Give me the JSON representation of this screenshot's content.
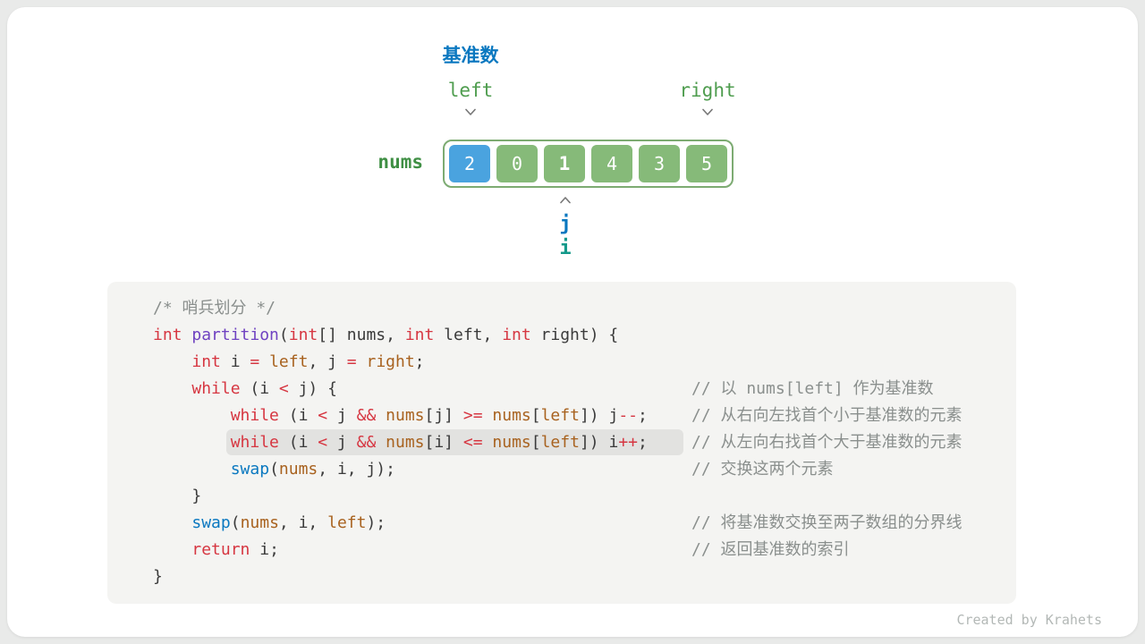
{
  "diagram": {
    "pivot_label": "基准数",
    "left_label": "left",
    "right_label": "right",
    "array_label": "nums",
    "pointer_j": "j",
    "pointer_i": "i",
    "cells": [
      {
        "value": "2",
        "color": "blue",
        "bold": false
      },
      {
        "value": "0",
        "color": "green",
        "bold": false
      },
      {
        "value": "1",
        "color": "green",
        "bold": true
      },
      {
        "value": "4",
        "color": "green",
        "bold": false
      },
      {
        "value": "3",
        "color": "green",
        "bold": false
      },
      {
        "value": "5",
        "color": "green",
        "bold": false
      }
    ]
  },
  "colors": {
    "pivot_blue": "#0a78c0",
    "pointer_i_teal": "#14998a",
    "label_green": "#4f9d4f",
    "cell_blue": "#4aa3df",
    "cell_green": "#86ba79",
    "keyword_red": "#d63641",
    "function_purple": "#6f42c1",
    "call_blue": "#0a78c0",
    "identifier_orange": "#a8621f",
    "comment_gray": "#8a8f8d",
    "code_background": "#f4f4f2",
    "highlight_gray": "#e2e2e0"
  },
  "code": {
    "lines": [
      {
        "highlight": false,
        "comment": "",
        "tokens": [
          {
            "t": "/* 哨兵划分 */",
            "c": "cm"
          }
        ]
      },
      {
        "highlight": false,
        "comment": "",
        "tokens": [
          {
            "t": "int",
            "c": "kw"
          },
          {
            "t": " ",
            "c": "pl"
          },
          {
            "t": "partition",
            "c": "fn"
          },
          {
            "t": "(",
            "c": "pl"
          },
          {
            "t": "int",
            "c": "kw"
          },
          {
            "t": "[] nums, ",
            "c": "pl"
          },
          {
            "t": "int",
            "c": "kw"
          },
          {
            "t": " left, ",
            "c": "pl"
          },
          {
            "t": "int",
            "c": "kw"
          },
          {
            "t": " right) {",
            "c": "pl"
          }
        ]
      },
      {
        "highlight": false,
        "comment": "",
        "tokens": [
          {
            "t": "    ",
            "c": "pl"
          },
          {
            "t": "int",
            "c": "kw"
          },
          {
            "t": " i ",
            "c": "pl"
          },
          {
            "t": "=",
            "c": "op"
          },
          {
            "t": " ",
            "c": "pl"
          },
          {
            "t": "left",
            "c": "var"
          },
          {
            "t": ", j ",
            "c": "pl"
          },
          {
            "t": "=",
            "c": "op"
          },
          {
            "t": " ",
            "c": "pl"
          },
          {
            "t": "right",
            "c": "var"
          },
          {
            "t": ";",
            "c": "pl"
          }
        ]
      },
      {
        "highlight": false,
        "comment": "// 以 nums[left] 作为基准数",
        "tokens": [
          {
            "t": "    ",
            "c": "pl"
          },
          {
            "t": "while",
            "c": "kw"
          },
          {
            "t": " (i ",
            "c": "pl"
          },
          {
            "t": "<",
            "c": "op"
          },
          {
            "t": " j) {",
            "c": "pl"
          }
        ]
      },
      {
        "highlight": false,
        "comment": "// 从右向左找首个小于基准数的元素",
        "tokens": [
          {
            "t": "        ",
            "c": "pl"
          },
          {
            "t": "while",
            "c": "kw"
          },
          {
            "t": " (i ",
            "c": "pl"
          },
          {
            "t": "<",
            "c": "op"
          },
          {
            "t": " j ",
            "c": "pl"
          },
          {
            "t": "&&",
            "c": "op"
          },
          {
            "t": " ",
            "c": "pl"
          },
          {
            "t": "nums",
            "c": "var"
          },
          {
            "t": "[j] ",
            "c": "pl"
          },
          {
            "t": ">=",
            "c": "op"
          },
          {
            "t": " ",
            "c": "pl"
          },
          {
            "t": "nums",
            "c": "var"
          },
          {
            "t": "[",
            "c": "pl"
          },
          {
            "t": "left",
            "c": "var"
          },
          {
            "t": "]) j",
            "c": "pl"
          },
          {
            "t": "--",
            "c": "op"
          },
          {
            "t": ";",
            "c": "pl"
          }
        ]
      },
      {
        "highlight": true,
        "comment": "// 从左向右找首个大于基准数的元素",
        "tokens": [
          {
            "t": "        ",
            "c": "pl"
          },
          {
            "t": "while",
            "c": "kw"
          },
          {
            "t": " (i ",
            "c": "pl"
          },
          {
            "t": "<",
            "c": "op"
          },
          {
            "t": " j ",
            "c": "pl"
          },
          {
            "t": "&&",
            "c": "op"
          },
          {
            "t": " ",
            "c": "pl"
          },
          {
            "t": "nums",
            "c": "var"
          },
          {
            "t": "[i] ",
            "c": "pl"
          },
          {
            "t": "<=",
            "c": "op"
          },
          {
            "t": " ",
            "c": "pl"
          },
          {
            "t": "nums",
            "c": "var"
          },
          {
            "t": "[",
            "c": "pl"
          },
          {
            "t": "left",
            "c": "var"
          },
          {
            "t": "]) i",
            "c": "pl"
          },
          {
            "t": "++",
            "c": "op"
          },
          {
            "t": ";",
            "c": "pl"
          }
        ]
      },
      {
        "highlight": false,
        "comment": "// 交换这两个元素",
        "tokens": [
          {
            "t": "        ",
            "c": "pl"
          },
          {
            "t": "swap",
            "c": "call"
          },
          {
            "t": "(",
            "c": "pl"
          },
          {
            "t": "nums",
            "c": "var"
          },
          {
            "t": ", i, j);",
            "c": "pl"
          }
        ]
      },
      {
        "highlight": false,
        "comment": "",
        "tokens": [
          {
            "t": "    }",
            "c": "pl"
          }
        ]
      },
      {
        "highlight": false,
        "comment": "// 将基准数交换至两子数组的分界线",
        "tokens": [
          {
            "t": "    ",
            "c": "pl"
          },
          {
            "t": "swap",
            "c": "call"
          },
          {
            "t": "(",
            "c": "pl"
          },
          {
            "t": "nums",
            "c": "var"
          },
          {
            "t": ", i, ",
            "c": "pl"
          },
          {
            "t": "left",
            "c": "var"
          },
          {
            "t": ");",
            "c": "pl"
          }
        ]
      },
      {
        "highlight": false,
        "comment": "// 返回基准数的索引",
        "tokens": [
          {
            "t": "    ",
            "c": "pl"
          },
          {
            "t": "return",
            "c": "kw"
          },
          {
            "t": " i;",
            "c": "pl"
          }
        ]
      },
      {
        "highlight": false,
        "comment": "",
        "tokens": [
          {
            "t": "}",
            "c": "pl"
          }
        ]
      }
    ]
  },
  "footer": {
    "credit": "Created by Krahets"
  }
}
